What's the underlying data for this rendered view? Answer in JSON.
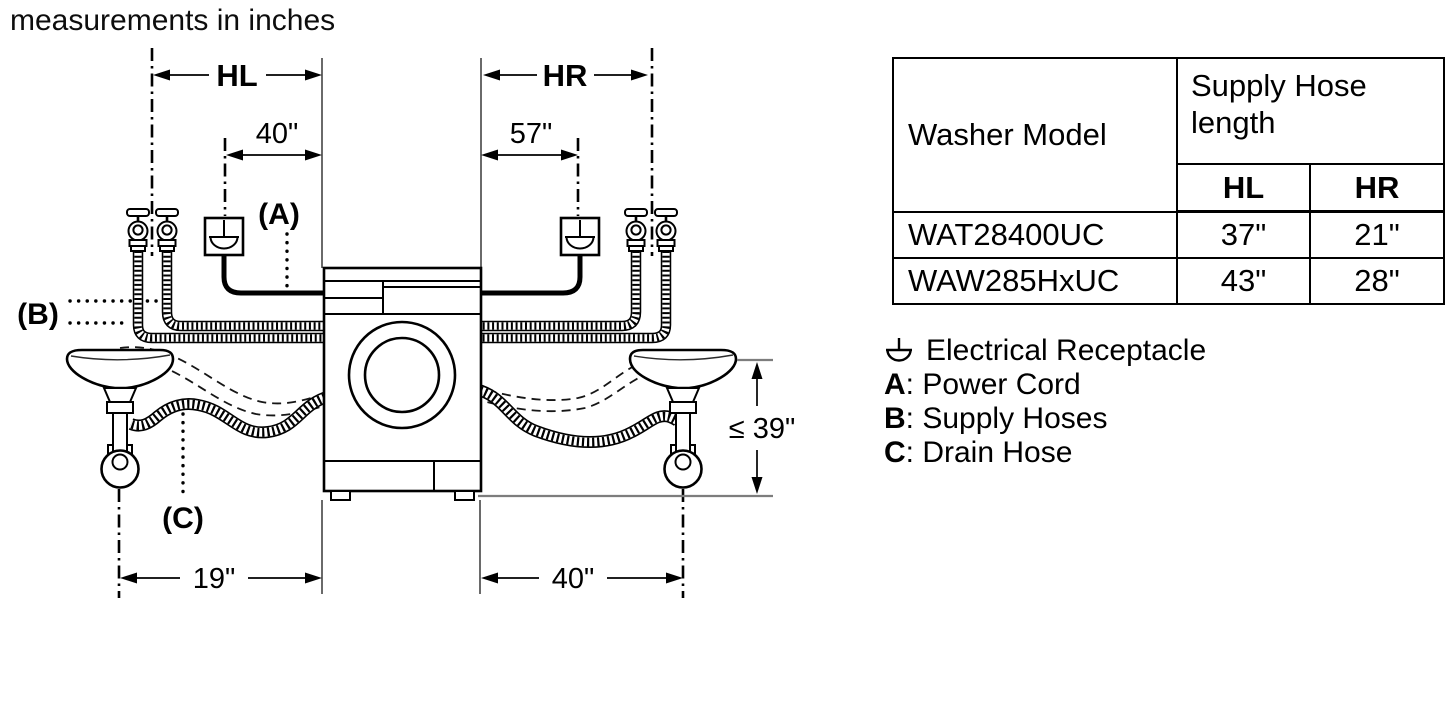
{
  "title": "measurements in inches",
  "diagram": {
    "dim_hl_label": "HL",
    "dim_hr_label": "HR",
    "dim_40_top": "40\"",
    "dim_57": "57\"",
    "dim_19": "19\"",
    "dim_40_bottom": "40\"",
    "dim_39": "≤ 39\"",
    "label_a": "(A)",
    "label_b": "(B)",
    "label_c": "(C)"
  },
  "table": {
    "col_washer_model": "Washer Model",
    "col_supply_hose": "Supply Hose length",
    "col_hl": "HL",
    "col_hr": "HR",
    "rows": [
      {
        "model": "WAT28400UC",
        "hl": "37\"",
        "hr": "21\""
      },
      {
        "model": "WAW285HxUC",
        "hl": "43\"",
        "hr": "28\""
      }
    ]
  },
  "legend": {
    "receptacle": "Electrical Receptacle",
    "items": [
      {
        "key": "A",
        "label": ": Power Cord"
      },
      {
        "key": "B",
        "label": ": Supply Hoses"
      },
      {
        "key": "C",
        "label": ": Drain Hose"
      }
    ]
  },
  "colors": {
    "line": "#000000",
    "floor_line": "#7d7d7d",
    "background": "#ffffff"
  }
}
